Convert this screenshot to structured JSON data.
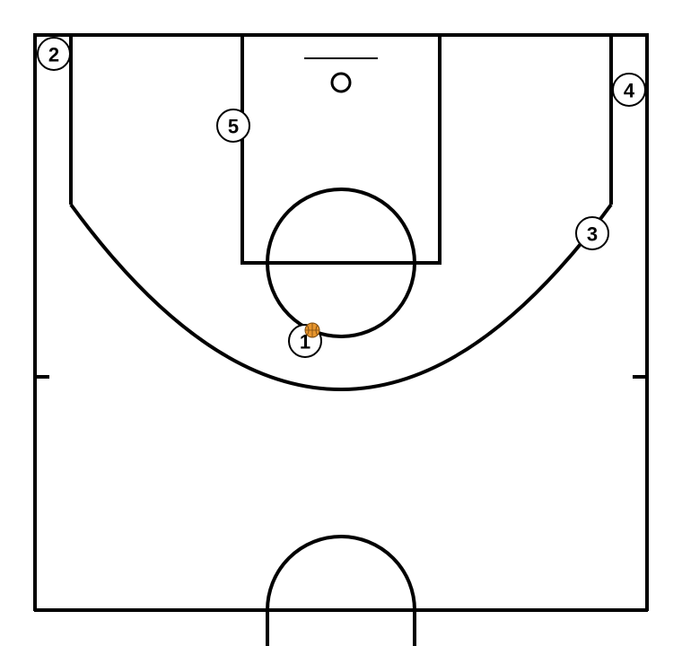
{
  "diagram": {
    "players": [
      {
        "id": "p1",
        "label": "1",
        "has_ball": true
      },
      {
        "id": "p2",
        "label": "2"
      },
      {
        "id": "p3",
        "label": "3"
      },
      {
        "id": "p4",
        "label": "4"
      },
      {
        "id": "p5",
        "label": "5"
      }
    ],
    "colors": {
      "court_lines": "#000000",
      "ball": "#e8962e",
      "player_fill": "#ffffff"
    }
  }
}
